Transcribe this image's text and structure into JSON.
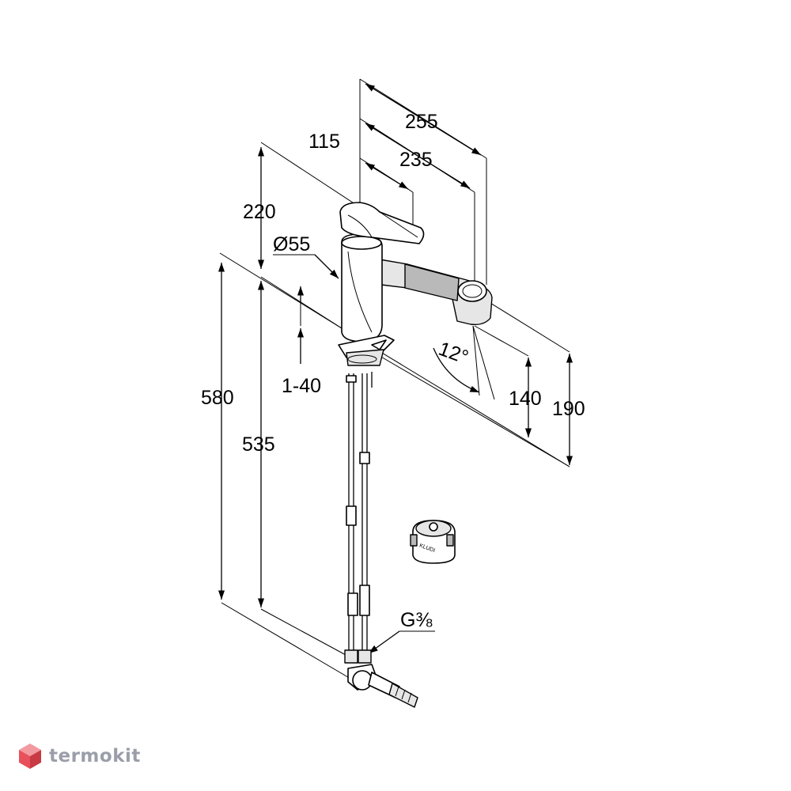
{
  "dimensions": {
    "d255": "255",
    "d235": "235",
    "d115": "115",
    "d220": "220",
    "d55": "Ø55",
    "d580": "580",
    "d535": "535",
    "d1_40": "1-40",
    "d12deg": "12°",
    "d140": "140",
    "d190": "190",
    "thread": "G⅜"
  },
  "cartridge": {
    "label": "KLUDI"
  },
  "watermark": {
    "text": "termokit",
    "icon": "cube-logo-icon",
    "colors": [
      "#e8505b",
      "#f29aa0",
      "#c83a44"
    ]
  }
}
